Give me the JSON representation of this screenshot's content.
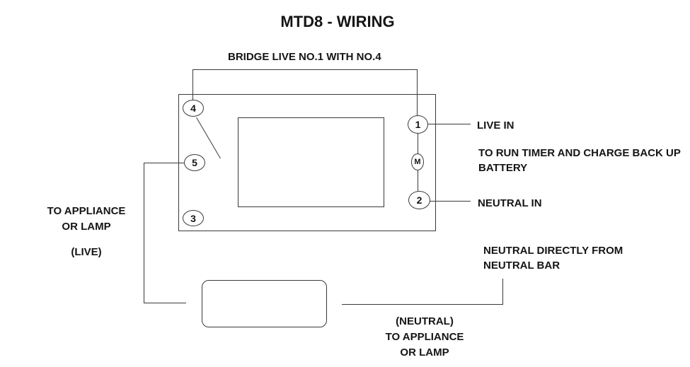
{
  "diagram": {
    "title": "MTD8 - WIRING",
    "bridge_label": "BRIDGE LIVE NO.1 WITH NO.4",
    "terminals": {
      "t4": "4",
      "t5": "5",
      "t3": "3",
      "t1": "1",
      "m": "M",
      "t2": "2"
    },
    "labels": {
      "live_in": "LIVE IN",
      "timer_note": "TO RUN TIMER AND CHARGE BACK UP\nBATTERY",
      "neutral_in": "NEUTRAL IN",
      "appliance_left": "TO APPLIANCE\nOR LAMP",
      "live_paren": "(LIVE)",
      "neutral_source": "NEUTRAL DIRECTLY FROM\nNEUTRAL BAR",
      "neutral_bottom": "(NEUTRAL)\nTO APPLIANCE\nOR LAMP"
    },
    "colors": {
      "line": "#3a3a3a",
      "text": "#151515",
      "background": "#ffffff"
    }
  }
}
